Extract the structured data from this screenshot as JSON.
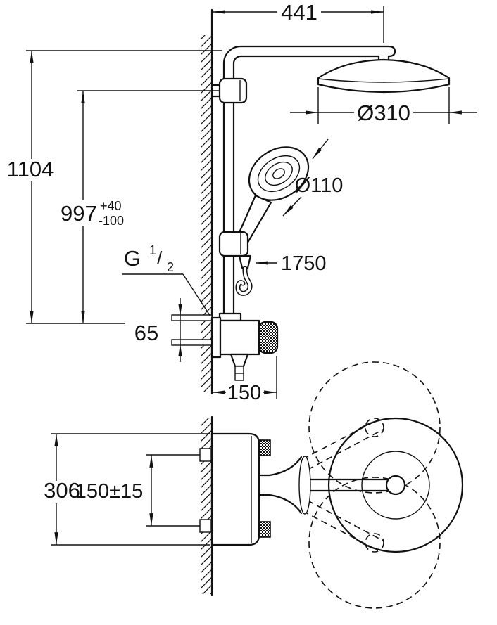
{
  "drawing": {
    "background": "#ffffff",
    "line_color": "#111111",
    "labels": {
      "wall_to_head": "441",
      "total_height": "1104",
      "rail_height": "997",
      "rail_height_tol_plus": "+40",
      "rail_height_tol_minus": "-100",
      "head_shower_diameter": "Ø310",
      "hand_shower_diameter": "Ø110",
      "hose_length": "1750",
      "thread_letter": "G",
      "thread_numerator": "1",
      "thread_fraction_slash": "/",
      "thread_denominator": "2",
      "inlet_offset": "65",
      "valve_projection": "150",
      "valve_width": "306",
      "supply_spacing": "150±15"
    }
  }
}
